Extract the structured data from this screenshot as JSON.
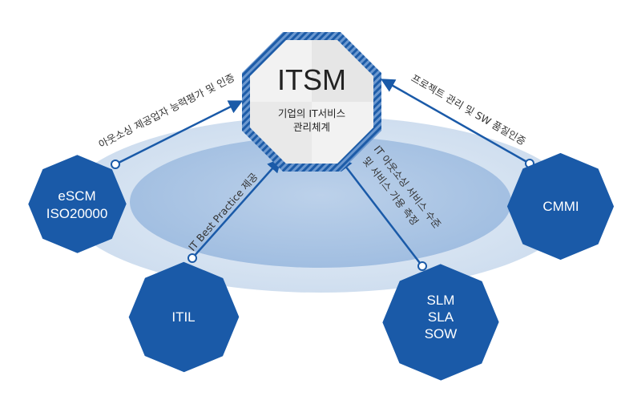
{
  "center": {
    "title": "ITSM",
    "subtitle_line1": "기업의 IT서비스",
    "subtitle_line2": "관리체계"
  },
  "nodes": {
    "escm": {
      "line1": "eSCM",
      "line2": "ISO20000"
    },
    "itil": {
      "label": "ITIL"
    },
    "slm": {
      "line1": "SLM",
      "line2": "SLA",
      "line3": "SOW"
    },
    "cmmi": {
      "label": "CMMI"
    }
  },
  "edges": {
    "escm": "아웃소싱 제공업자  능력평가 및 인증",
    "itil": "IT Best Practice 제공",
    "slm_line1": "IT 아웃소싱 서비스 수준",
    "slm_line2": "및 서비스 가용 측정",
    "cmmi": "프로젝트 관리   및  SW 품질인증"
  },
  "colors": {
    "node_fill": "#1a5aa8",
    "arrow": "#1a5aa8",
    "outer_ellipse": "#d6e3f1",
    "inner_ellipse": "#a9c3e2"
  }
}
